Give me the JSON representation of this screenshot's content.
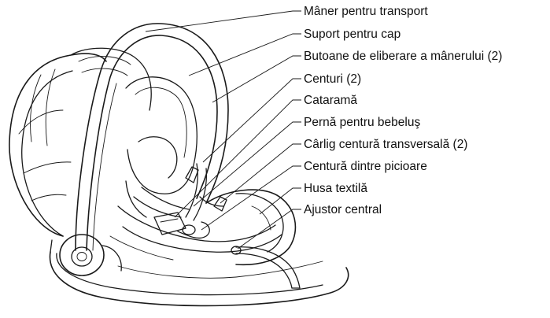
{
  "labels": [
    "Mâner pentru transport",
    "Suport pentru cap",
    "Butoane de eliberare a mânerului (2)",
    "Centuri (2)",
    "Cataramă",
    "Pernă pentru bebeluş",
    "Cârlig centură transversală (2)",
    "Centură dintre picioare",
    "Husa textilă",
    "Ajustor central"
  ]
}
